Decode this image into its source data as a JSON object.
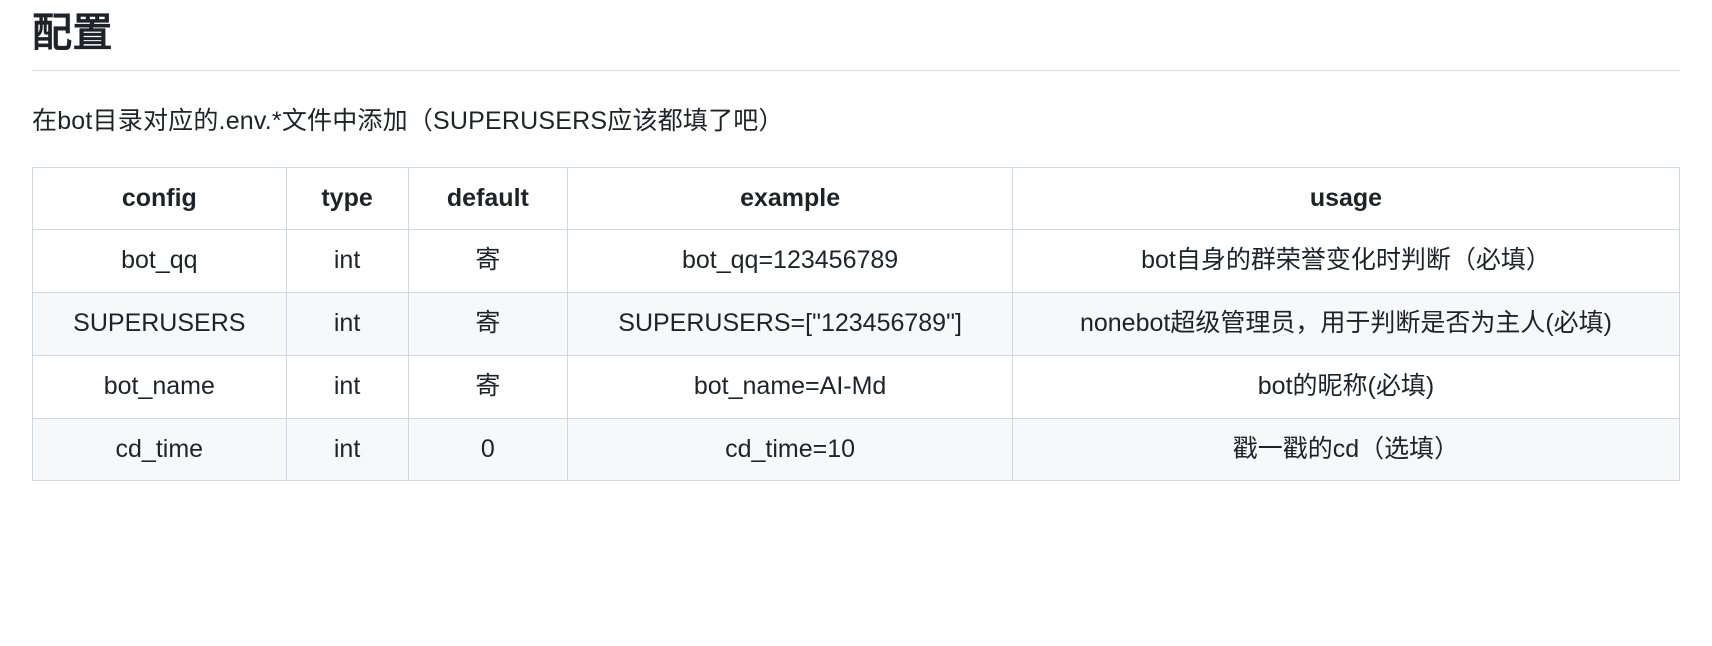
{
  "page": {
    "heading": "配置",
    "paragraph": "在bot目录对应的.env.*文件中添加（SUPERUSERS应该都填了吧）"
  },
  "table": {
    "headers": [
      "config",
      "type",
      "default",
      "example",
      "usage"
    ],
    "rows": [
      {
        "config": "bot_qq",
        "type": "int",
        "default": "寄",
        "example": "bot_qq=123456789",
        "usage": "bot自身的群荣誉变化时判断（必填）"
      },
      {
        "config": "SUPERUSERS",
        "type": "int",
        "default": "寄",
        "example": "SUPERUSERS=[\"123456789\"]",
        "usage": "nonebot超级管理员，用于判断是否为主人(必填)"
      },
      {
        "config": "bot_name",
        "type": "int",
        "default": "寄",
        "example": "bot_name=AI-Md",
        "usage": "bot的昵称(必填)"
      },
      {
        "config": "cd_time",
        "type": "int",
        "default": "0",
        "example": "cd_time=10",
        "usage": "戳一戳的cd（选填）"
      }
    ]
  },
  "colors": {
    "text": "#1f2328",
    "border": "#d0d7de",
    "heading_rule": "#d8dee4",
    "stripe": "#f6f8fa",
    "background": "#ffffff"
  }
}
